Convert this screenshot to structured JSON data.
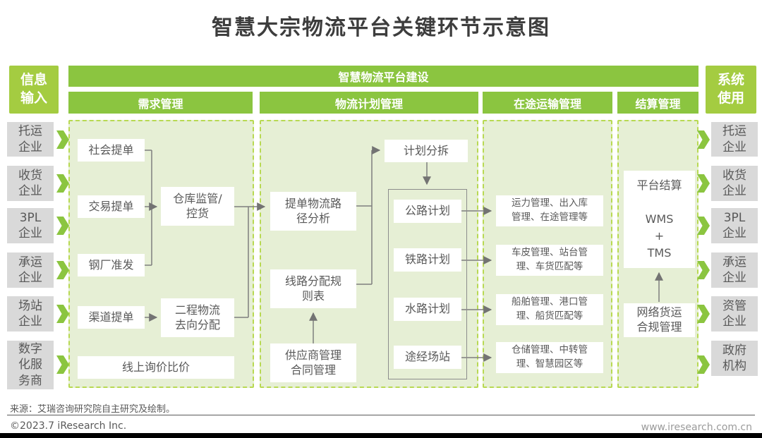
{
  "title": "智慧大宗物流平台关键环节示意图",
  "colors": {
    "band_green": "#8bc540",
    "side_green": "#a4cc41",
    "panel_bg": "#e6efd5",
    "panel_border_green": "#b8d952",
    "gray_box": "#d9d9d9",
    "text_gray": "#595959",
    "connector_gray": "#7f7f7f"
  },
  "headers": {
    "left": "信息\n输入",
    "right": "系统\n使用",
    "band": "智慧物流平台建设",
    "sections": [
      {
        "label": "需求管理"
      },
      {
        "label": "物流计划管理"
      },
      {
        "label": "在途运输管理"
      },
      {
        "label": "结算管理"
      }
    ]
  },
  "left_inputs": [
    {
      "label": "托运\n企业"
    },
    {
      "label": "收货\n企业"
    },
    {
      "label": "3PL\n企业"
    },
    {
      "label": "承运\n企业"
    },
    {
      "label": "场站\n企业"
    },
    {
      "label": "数字\n化服\n务商"
    }
  ],
  "right_users": [
    {
      "label": "托运\n企业"
    },
    {
      "label": "收货\n企业"
    },
    {
      "label": "3PL\n企业"
    },
    {
      "label": "承运\n企业"
    },
    {
      "label": "资管\n企业"
    },
    {
      "label": "政府\n机构"
    }
  ],
  "demand": {
    "social_order": "社会提单",
    "trade_order": "交易提单",
    "mill_release": "钢厂准发",
    "channel_order": "渠道提单",
    "warehouse": "仓库监管/\n控货",
    "second_leg": "二程物流\n去向分配",
    "inquiry": "线上询价比价"
  },
  "plan": {
    "split": "计划分拆",
    "route_analysis": "提单物流路\n径分析",
    "allocation_rules": "线路分配规\n则表",
    "supplier": "供应商管理\n合同管理",
    "modes": [
      {
        "label": "公路计划"
      },
      {
        "label": "铁路计划"
      },
      {
        "label": "水路计划"
      },
      {
        "label": "途经场站"
      }
    ]
  },
  "transit": {
    "boxes": [
      {
        "label": "运力管理、出入库\n管理、在途管理等"
      },
      {
        "label": "车皮管理、站台管\n理、车货匹配等"
      },
      {
        "label": "船舶管理、港口管\n理、船货匹配等"
      },
      {
        "label": "仓储管理、中转管\n理、智慧园区等"
      }
    ]
  },
  "settlement": {
    "platform": "平台结算\n\nWMS\n+\nTMS",
    "compliance": "网络货运\n合规管理"
  },
  "footer": {
    "source": "来源：艾瑞咨询研究院自主研究及绘制。",
    "copyright": "©2023.7 iResearch Inc.",
    "website": "www.iresearch.com.cn"
  }
}
